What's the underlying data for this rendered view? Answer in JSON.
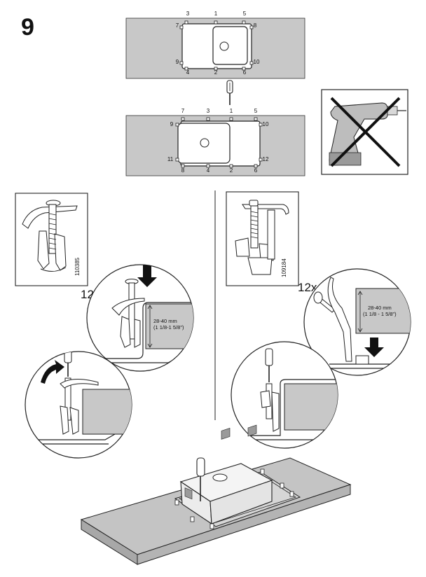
{
  "step": {
    "number": "9"
  },
  "top_panel": {
    "labels": [
      {
        "text": "3"
      },
      {
        "text": "1"
      },
      {
        "text": "5"
      },
      {
        "text": "7"
      },
      {
        "text": "8"
      },
      {
        "text": "9"
      },
      {
        "text": "10"
      },
      {
        "text": "4"
      },
      {
        "text": "2"
      },
      {
        "text": "6"
      }
    ]
  },
  "bottom_panel": {
    "labels": [
      {
        "text": "7"
      },
      {
        "text": "3"
      },
      {
        "text": "1"
      },
      {
        "text": "5"
      },
      {
        "text": "9"
      },
      {
        "text": "10"
      },
      {
        "text": "11"
      },
      {
        "text": "12"
      },
      {
        "text": "8"
      },
      {
        "text": "4"
      },
      {
        "text": "2"
      },
      {
        "text": "6"
      }
    ]
  },
  "left_clip": {
    "code": "110385",
    "quantity": "12x",
    "measure_mm": "28-40 mm",
    "measure_in": "(1 1/8-1 5/8\")"
  },
  "right_clip": {
    "code": "109184",
    "quantity": "12x",
    "measure_mm": "28-40 mm",
    "measure_in": "(1 1/8 - 1 5/8\")"
  }
}
